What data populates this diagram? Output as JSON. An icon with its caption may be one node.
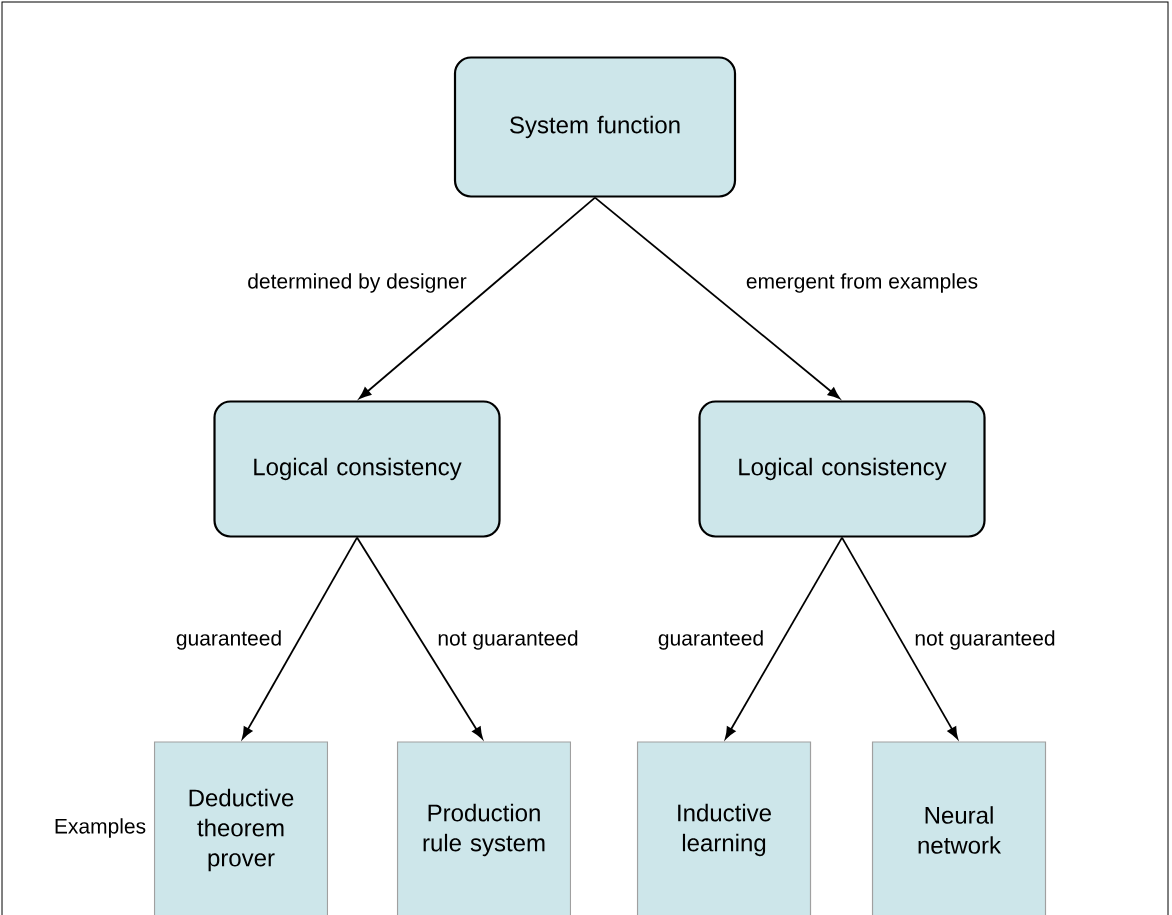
{
  "diagram": {
    "nodes": [
      {
        "text": [
          "System function"
        ]
      },
      {
        "text": [
          "Logical consistency"
        ]
      },
      {
        "text": [
          "Logical consistency"
        ]
      },
      {
        "text": [
          "Deductive theorem prover"
        ]
      },
      {
        "text": [
          "Production rule system"
        ]
      },
      {
        "text": [
          "Inductive learning"
        ]
      },
      {
        "text": [
          "Neural network"
        ]
      }
    ],
    "edges": [
      {
        "from": 0,
        "to": 1,
        "arrow": "to",
        "label": "determined by designer"
      },
      {
        "from": 0,
        "to": 2,
        "arrow": "to",
        "label": "emergent from examples"
      },
      {
        "from": 1,
        "to": 3,
        "arrow": "to",
        "label": "guaranteed"
      },
      {
        "from": 1,
        "to": 4,
        "arrow": "to",
        "label": "not guaranteed"
      },
      {
        "from": 2,
        "to": 5,
        "arrow": "to",
        "label": "guaranteed"
      },
      {
        "from": 2,
        "to": 6,
        "arrow": "to",
        "label": "not guaranteed"
      }
    ],
    "labels": [
      "Examples"
    ]
  }
}
